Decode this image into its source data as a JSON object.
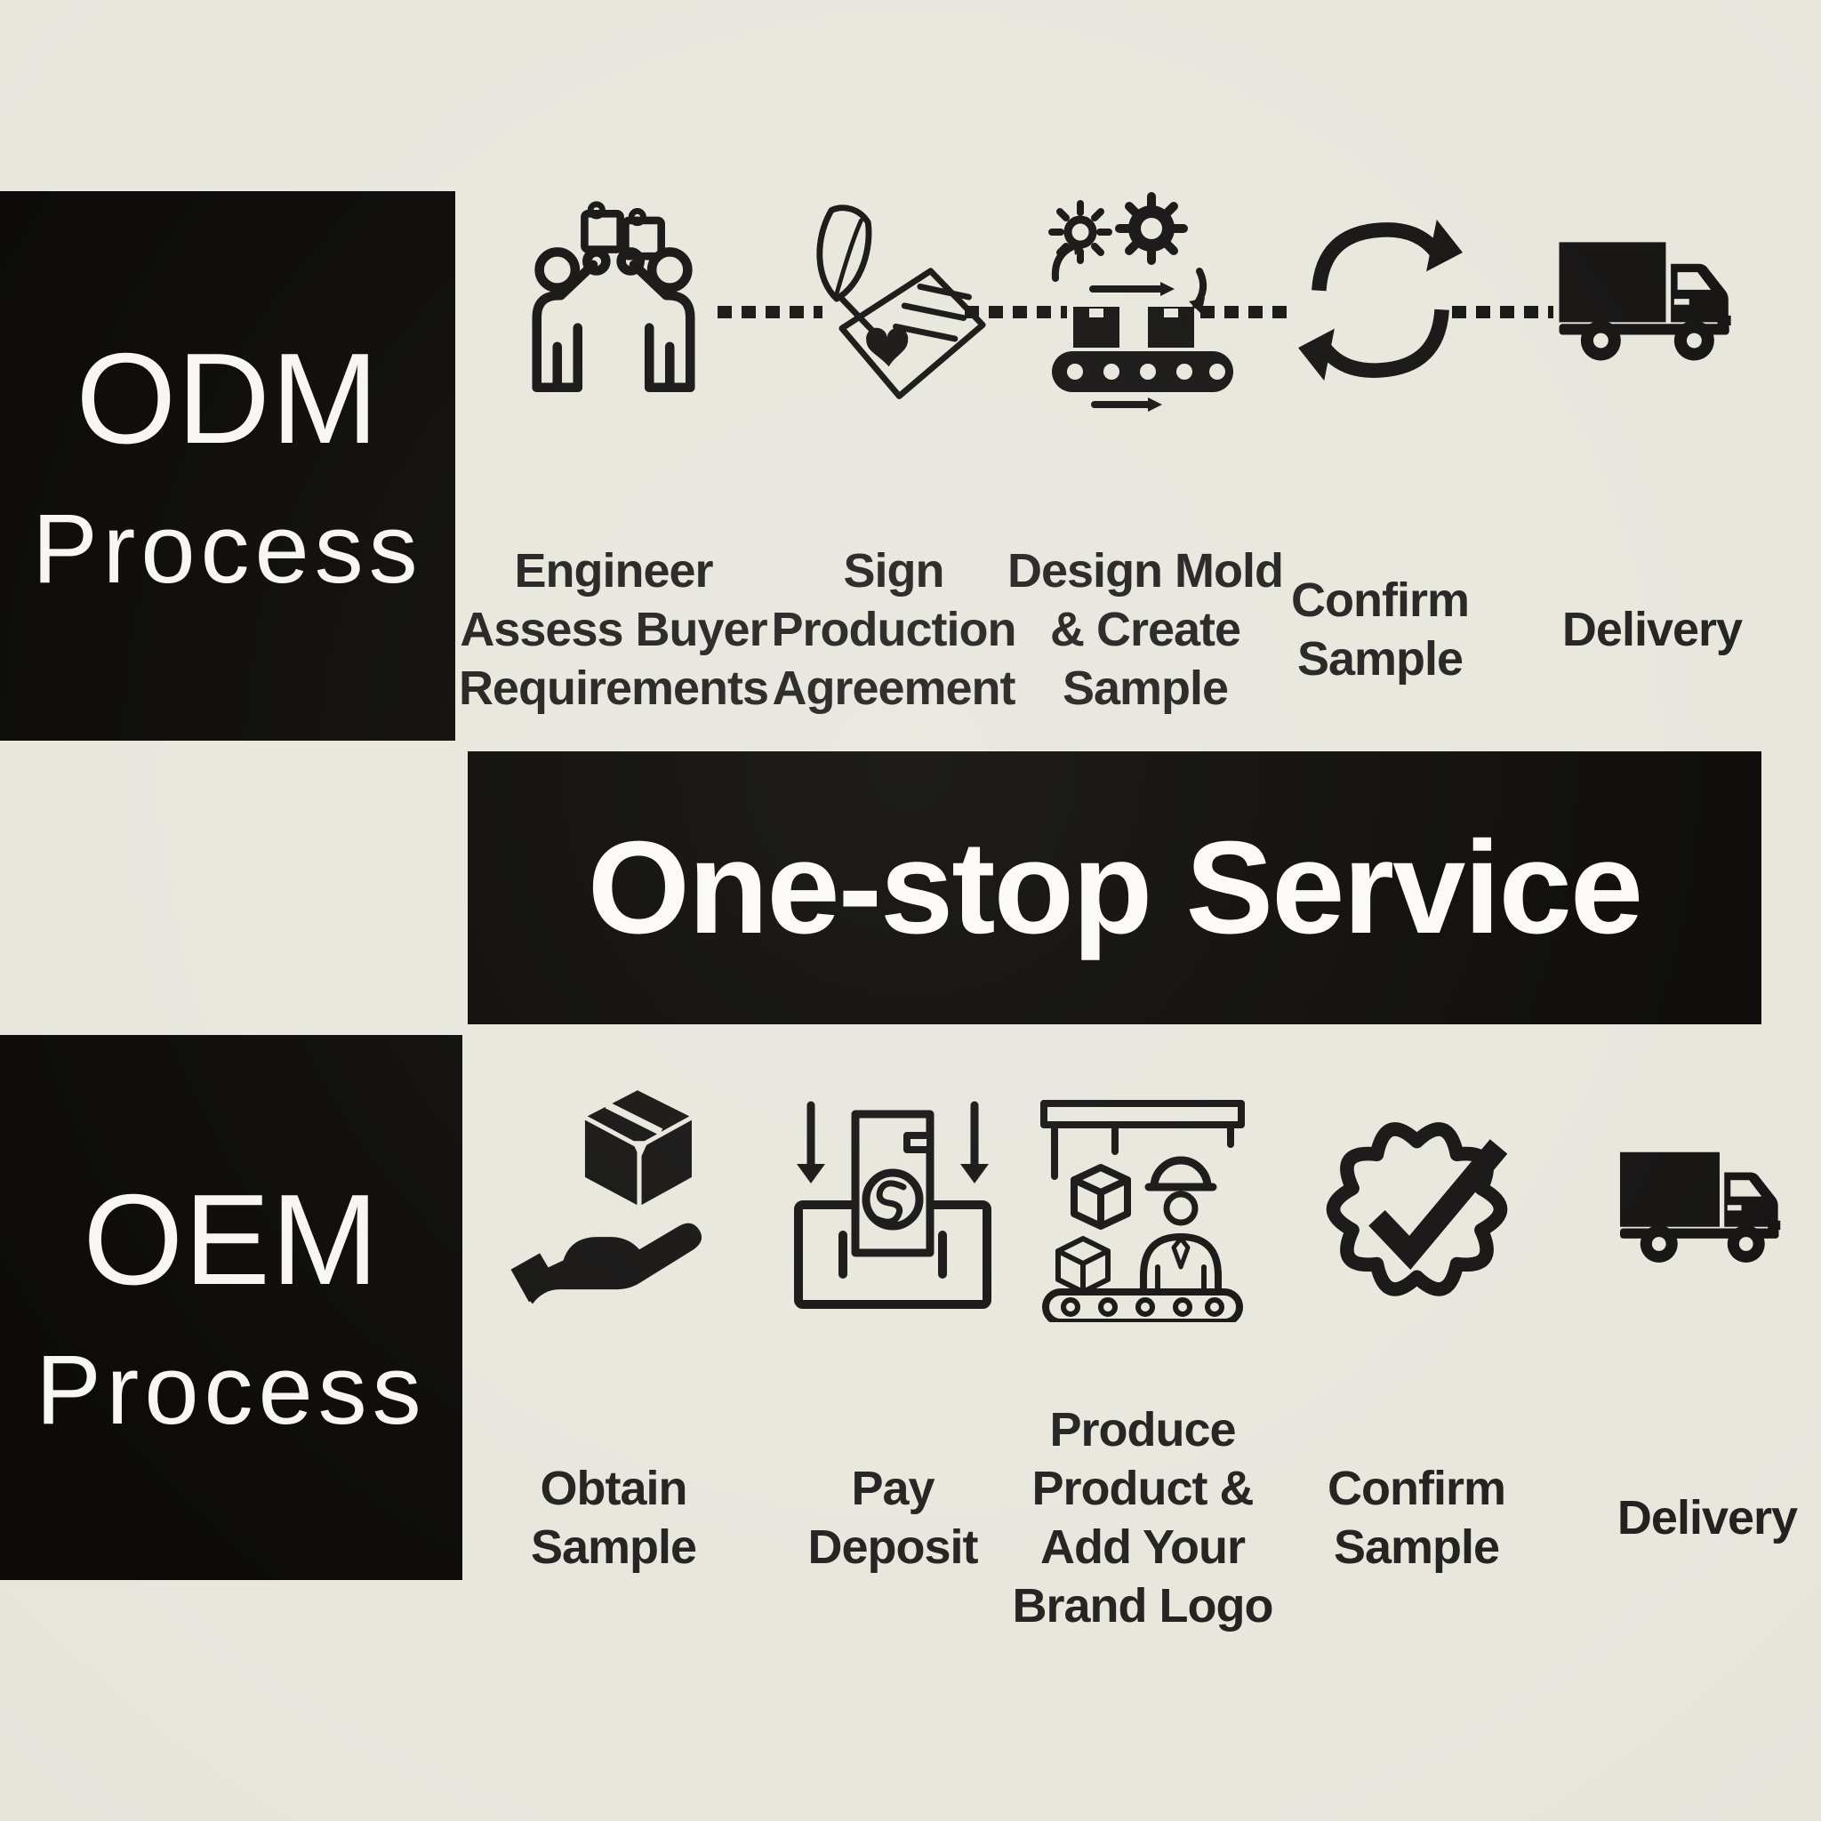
{
  "colors": {
    "background": "#e8e7de",
    "panel": "#0c0b09",
    "panel_text": "#f7f6f2",
    "icon_ink": "#161514",
    "label_text": "#232220"
  },
  "banner": {
    "text": "One-stop Service"
  },
  "odm": {
    "title_line1": "ODM",
    "title_line2": "Process",
    "steps": [
      {
        "icon": "people-puzzle-icon",
        "lines": [
          "Engineer",
          "Assess Buyer",
          "Requirements"
        ]
      },
      {
        "icon": "quill-signature-icon",
        "lines": [
          "Sign",
          "Production",
          "Agreement"
        ]
      },
      {
        "icon": "mold-conveyor-icon",
        "lines": [
          "Design Mold",
          "& Create",
          "Sample"
        ]
      },
      {
        "icon": "sync-arrows-icon",
        "lines": [
          "Confirm",
          "Sample"
        ]
      },
      {
        "icon": "delivery-truck-icon",
        "lines": [
          "Delivery"
        ]
      }
    ]
  },
  "oem": {
    "title_line1": "OEM",
    "title_line2": "Process",
    "steps": [
      {
        "icon": "hand-box-icon",
        "lines": [
          "Obtain",
          "Sample"
        ]
      },
      {
        "icon": "pay-deposit-icon",
        "lines": [
          "Pay",
          "Deposit"
        ]
      },
      {
        "icon": "production-worker-icon",
        "lines": [
          "Produce",
          "Product &",
          "Add Your",
          "Brand Logo"
        ]
      },
      {
        "icon": "badge-check-icon",
        "lines": [
          "Confirm",
          "Sample"
        ]
      },
      {
        "icon": "delivery-truck-icon",
        "lines": [
          "Delivery"
        ]
      }
    ]
  }
}
